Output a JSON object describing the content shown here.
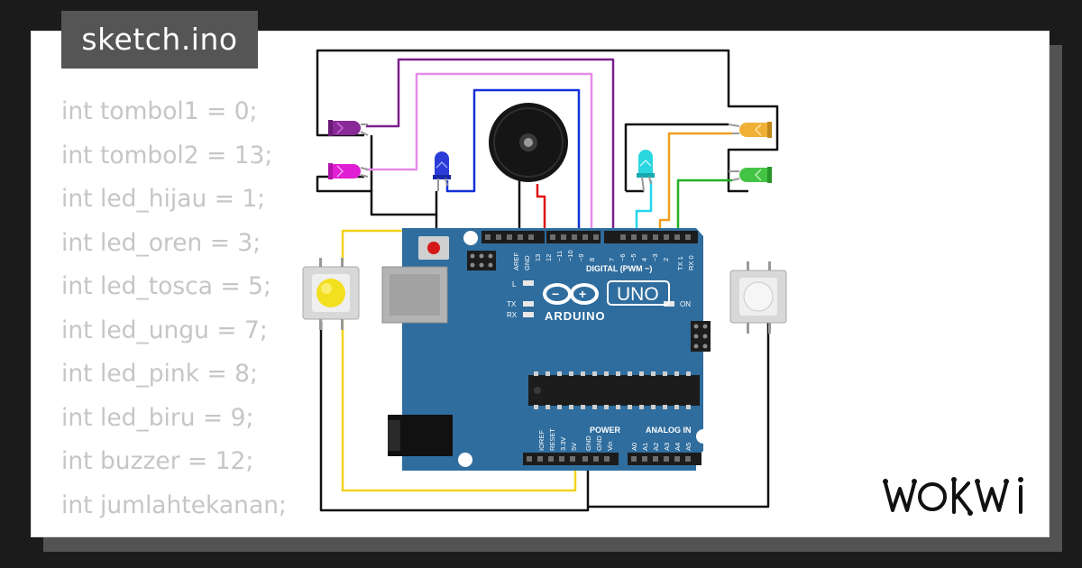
{
  "project": {
    "filename": "sketch.ino",
    "code_lines": [
      "int tombol1 = 0;",
      "int tombol2 = 13;",
      "int led_hijau = 1;",
      "int led_oren = 3;",
      "int led_tosca = 5;",
      "int led_ungu = 7;",
      "int led_pink = 8;",
      "int led_biru = 9;",
      "int buzzer = 12;",
      "int jumlahtekanan;"
    ]
  },
  "board": {
    "name": "ARDUINO",
    "model": "UNO",
    "digital_label": "DIGITAL (PWM ~)",
    "power_label": "POWER",
    "analog_label": "ANALOG IN",
    "led_labels": [
      "L",
      "TX",
      "RX"
    ],
    "on_label": "ON",
    "header_top": [
      "AREF",
      "GND",
      "13",
      "12",
      "~11",
      "~10",
      "~9",
      "8",
      "7",
      "~6",
      "~5",
      "4",
      "~3",
      "2",
      "TX 1",
      "RX 0"
    ],
    "header_power": [
      "IOREF",
      "RESET",
      "3.3V",
      "5V",
      "GND",
      "GND",
      "Vin"
    ],
    "header_analog": [
      "A0",
      "A1",
      "A2",
      "A3",
      "A4",
      "A5"
    ]
  },
  "colors": {
    "background": "#1b1b1b",
    "board": "#2f6d9e",
    "wire_black": "#111111",
    "wire_purple": "#7b1f8c",
    "wire_pink": "#e58be8",
    "wire_blue": "#1430d8",
    "wire_red": "#e01010",
    "wire_cyan": "#22d6ee",
    "wire_orange": "#f0a020",
    "wire_green": "#22b022",
    "wire_yellow": "#f2d21e"
  },
  "components": {
    "leds": [
      "purple",
      "magenta",
      "blue",
      "cyan",
      "orange",
      "green"
    ],
    "buttons": [
      "yellow",
      "white"
    ],
    "buzzer": 1
  },
  "brand": {
    "logo": "WOKWI"
  }
}
